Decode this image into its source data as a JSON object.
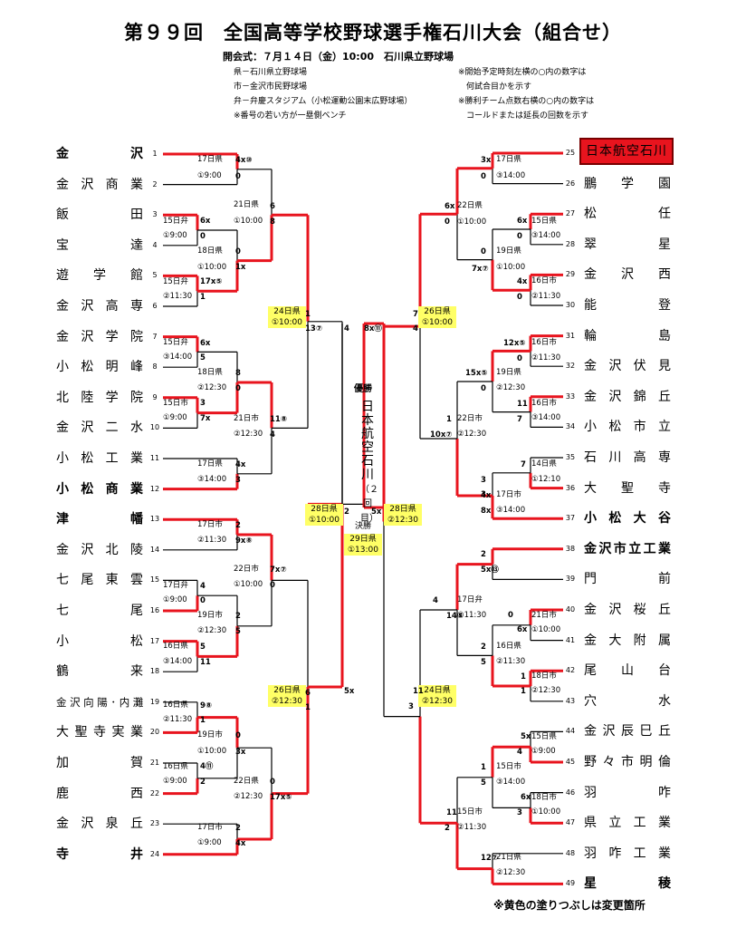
{
  "title": "第９９回　全国高等学校野球選手権石川大会（組合せ）",
  "ceremony": "開会式：７月１４日（金）10:00　石川県立野球場",
  "legend_venues": [
    "県－石川県立野球場",
    "市－金沢市民野球場",
    "弁－弁慶スタジアム（小松運動公園末広野球場）",
    "※番号の若い方が一塁側ベンチ"
  ],
  "legend_notes": [
    "※開始予定時刻左横の○内の数字は",
    "　何試合目かを示す",
    "※勝利チーム点数右横の○内の数字は",
    "　コールドまたは延長の回数を示す"
  ],
  "left_teams": [
    {
      "seed": "1",
      "name": "金　　　沢",
      "bold": true
    },
    {
      "seed": "2",
      "name": "金沢商業"
    },
    {
      "seed": "3",
      "name": "飯　　　田"
    },
    {
      "seed": "4",
      "name": "宝　　　達"
    },
    {
      "seed": "5",
      "name": "遊　学　館"
    },
    {
      "seed": "6",
      "name": "金沢高専"
    },
    {
      "seed": "7",
      "name": "金沢学院"
    },
    {
      "seed": "8",
      "name": "小松明峰"
    },
    {
      "seed": "9",
      "name": "北陸学院"
    },
    {
      "seed": "10",
      "name": "金沢二水"
    },
    {
      "seed": "11",
      "name": "小松工業"
    },
    {
      "seed": "12",
      "name": "小松商業",
      "bold": true
    },
    {
      "seed": "13",
      "name": "津　　　幡",
      "bold": true
    },
    {
      "seed": "14",
      "name": "金沢北陵"
    },
    {
      "seed": "15",
      "name": "七尾東雲"
    },
    {
      "seed": "16",
      "name": "七　　　尾"
    },
    {
      "seed": "17",
      "name": "小　　　松"
    },
    {
      "seed": "18",
      "name": "鶴　　　来"
    },
    {
      "seed": "19",
      "name": "金沢向陽･内灘",
      "small": true
    },
    {
      "seed": "20",
      "name": "大聖寺実業"
    },
    {
      "seed": "21",
      "name": "加　　　賀"
    },
    {
      "seed": "22",
      "name": "鹿　　　西"
    },
    {
      "seed": "23",
      "name": "金沢泉丘"
    },
    {
      "seed": "24",
      "name": "寺　　　井",
      "bold": true
    }
  ],
  "right_teams": [
    {
      "seed": "25",
      "name": "日本航空石川"
    },
    {
      "seed": "26",
      "name": "鵬　学　園"
    },
    {
      "seed": "27",
      "name": "松　　　任"
    },
    {
      "seed": "28",
      "name": "翠　　　星"
    },
    {
      "seed": "29",
      "name": "金　沢　西"
    },
    {
      "seed": "30",
      "name": "能　　　登"
    },
    {
      "seed": "31",
      "name": "輪　　　島"
    },
    {
      "seed": "32",
      "name": "金沢伏見"
    },
    {
      "seed": "33",
      "name": "金沢錦丘"
    },
    {
      "seed": "34",
      "name": "小松市立"
    },
    {
      "seed": "35",
      "name": "石川高専"
    },
    {
      "seed": "36",
      "name": "大　聖　寺"
    },
    {
      "seed": "37",
      "name": "小松大谷",
      "bold": true
    },
    {
      "seed": "38",
      "name": "金沢市立工業",
      "bold": true
    },
    {
      "seed": "39",
      "name": "門　　　前"
    },
    {
      "seed": "40",
      "name": "金沢桜丘"
    },
    {
      "seed": "41",
      "name": "金大附属"
    },
    {
      "seed": "42",
      "name": "尾　山　台"
    },
    {
      "seed": "43",
      "name": "穴　　　水"
    },
    {
      "seed": "44",
      "name": "金沢辰巳丘"
    },
    {
      "seed": "45",
      "name": "野々市明倫"
    },
    {
      "seed": "46",
      "name": "羽　　　咋"
    },
    {
      "seed": "47",
      "name": "県立工業"
    },
    {
      "seed": "48",
      "name": "羽咋工業"
    },
    {
      "seed": "49",
      "name": "星　　　稜",
      "bold": true
    }
  ],
  "annotations": [
    "17日県",
    "①9:00",
    "21日県",
    "①10:00",
    "15日弁",
    "①9:00",
    "18日県",
    "①10:00",
    "15日弁",
    "②11:30",
    "15日弁",
    "③14:00",
    "18日県",
    "②12:30",
    "15日市",
    "①9:00",
    "21日市",
    "②12:30",
    "17日県",
    "③14:00",
    "17日市",
    "②11:30",
    "22日市",
    "①10:00",
    "17日弁",
    "①9:00",
    "19日市",
    "②12:30",
    "16日県",
    "③14:00",
    "16日県",
    "②11:30",
    "19日市",
    "①10:00",
    "16日県",
    "①9:00",
    "22日県",
    "②12:30",
    "17日市",
    "①9:00",
    "17日県",
    "③14:00",
    "22日県",
    "①10:00",
    "15日県",
    "③14:00",
    "19日県",
    "①10:00",
    "16日市",
    "②11:30",
    "16日市",
    "②11:30",
    "19日県",
    "②12:30",
    "16日市",
    "③14:00",
    "22日市",
    "②12:30",
    "14日県",
    "①12:10",
    "17日市",
    "③14:00",
    "17日弁",
    "②11:30",
    "21日市",
    "①10:00",
    "16日県",
    "②11:30",
    "18日市",
    "②12:30",
    "15日県",
    "①9:00",
    "15日市",
    "③14:00",
    "18日市",
    "①10:00",
    "15日市",
    "②11:30",
    "21日県",
    "②12:30",
    "17日県",
    "②11:30"
  ],
  "yellow_boxes": [
    {
      "line1": "24日県",
      "line2": "①10:00"
    },
    {
      "line1": "26日県",
      "line2": "①10:00"
    },
    {
      "line1": "28日県",
      "line2": "①10:00"
    },
    {
      "line1": "28日県",
      "line2": "②12:30"
    },
    {
      "line1": "29日県",
      "line2": "①13:00"
    },
    {
      "line1": "26日県",
      "line2": "②12:30"
    },
    {
      "line1": "24日県",
      "line2": "②12:30"
    }
  ],
  "scores": [
    "4x⑩",
    "0",
    "6",
    "8",
    "6x",
    "0",
    "0",
    "1x",
    "17x⑤",
    "1",
    "6x",
    "5",
    "8",
    "0",
    "3",
    "7x",
    "11⑧",
    "4",
    "4x",
    "3",
    "2",
    "9x⑧",
    "7x⑦",
    "0",
    "4",
    "0",
    "2",
    "5",
    "5",
    "11",
    "9⑧",
    "1",
    "0",
    "3x",
    "4⑪",
    "2",
    "0",
    "17x⑤",
    "2",
    "4x",
    "1",
    "13⑦",
    "4",
    "5x",
    "6",
    "1",
    "2",
    "5x",
    "8x⑪",
    "7",
    "4",
    "3x",
    "0",
    "6x",
    "0",
    "6x",
    "0",
    "7x⑦",
    "0",
    "4x",
    "0",
    "12x⑤",
    "0",
    "15x⑤",
    "0",
    "11",
    "7",
    "1",
    "10x⑦",
    "7",
    "3",
    "3",
    "4x",
    "8x",
    "2",
    "5x⑬",
    "4",
    "14⑤",
    "0",
    "6x",
    "2",
    "5",
    "1",
    "1",
    "11",
    "3",
    "5x",
    "4",
    "1",
    "5",
    "6x",
    "3",
    "11",
    "2",
    "12⑦"
  ],
  "champion_label": "優勝",
  "champion_team": "日本航空石川",
  "champion_rounds": "（２回目）",
  "final_label": "決勝",
  "bottom_note": "※黄色の塗りつぶしは変更箇所",
  "colors": {
    "winner_line": "#e8141e",
    "loser_line": "#000000",
    "highlight": "#ffff66"
  }
}
